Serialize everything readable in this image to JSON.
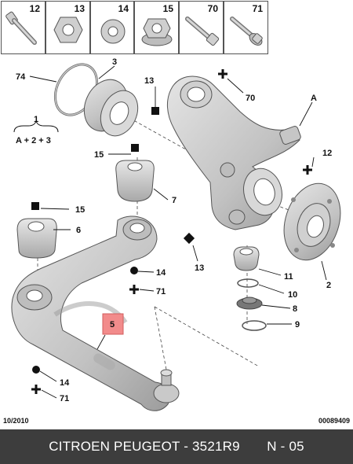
{
  "header_parts": [
    {
      "number": "12",
      "icon": "bolt-icon"
    },
    {
      "number": "13",
      "icon": "nut-icon"
    },
    {
      "number": "14",
      "icon": "washer-icon"
    },
    {
      "number": "15",
      "icon": "flange-nut-icon"
    },
    {
      "number": "70",
      "icon": "bolt-icon"
    },
    {
      "number": "71",
      "icon": "flange-bolt-icon"
    }
  ],
  "labels": {
    "l74": "74",
    "l3": "3",
    "l13a": "13",
    "l70": "70",
    "lA": "A",
    "legend_num": "1",
    "legend_formula": "A + 2 + 3",
    "l15a": "15",
    "l12": "12",
    "l7": "7",
    "l15b": "15",
    "l6": "6",
    "l2": "2",
    "l13b": "13",
    "l11": "11",
    "l14a": "14",
    "l71a": "71",
    "l10": "10",
    "l8": "8",
    "l9": "9",
    "l5": "5",
    "l14b": "14",
    "l71b": "71"
  },
  "highlight_color": "#f28b8b",
  "meta": {
    "date": "10/2010",
    "ref": "00089409"
  },
  "footer": {
    "brand": "CITROEN PEUGEOT",
    "part": "3521R9",
    "page": "N - 05"
  }
}
